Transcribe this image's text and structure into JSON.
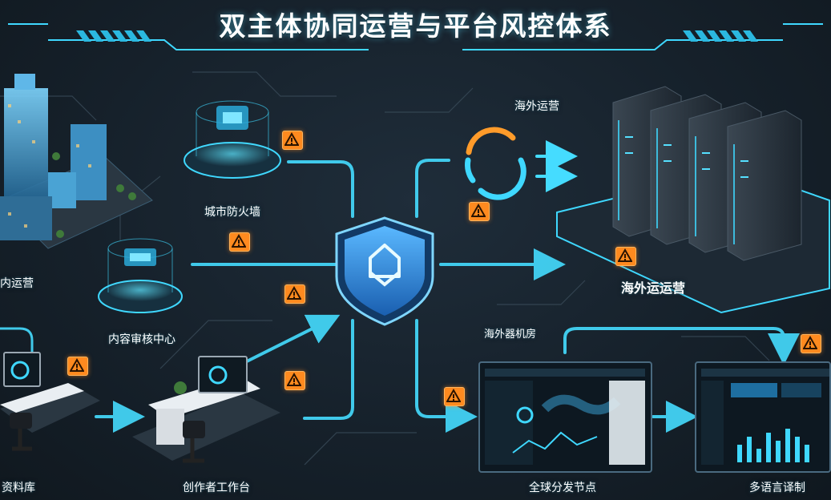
{
  "title": "双主体协同运营与平台风控体系",
  "labels": {
    "city_firewall": "城市防火墙",
    "domestic_ops": "内运营",
    "content_review": "内容审核中心",
    "resource_lib": "资料库",
    "creator_workbench": "创作者工作台",
    "overseas_ops_top": "海外运营",
    "overseas_ops_right": "海外运运营",
    "overseas_server_room": "海外器机房",
    "global_nodes": "全球分发节点",
    "multi_lang": "多语言译制"
  },
  "colors": {
    "accent": "#3fd8ff",
    "warning": "#ff8a1f",
    "shield": "#2f8fe0"
  }
}
